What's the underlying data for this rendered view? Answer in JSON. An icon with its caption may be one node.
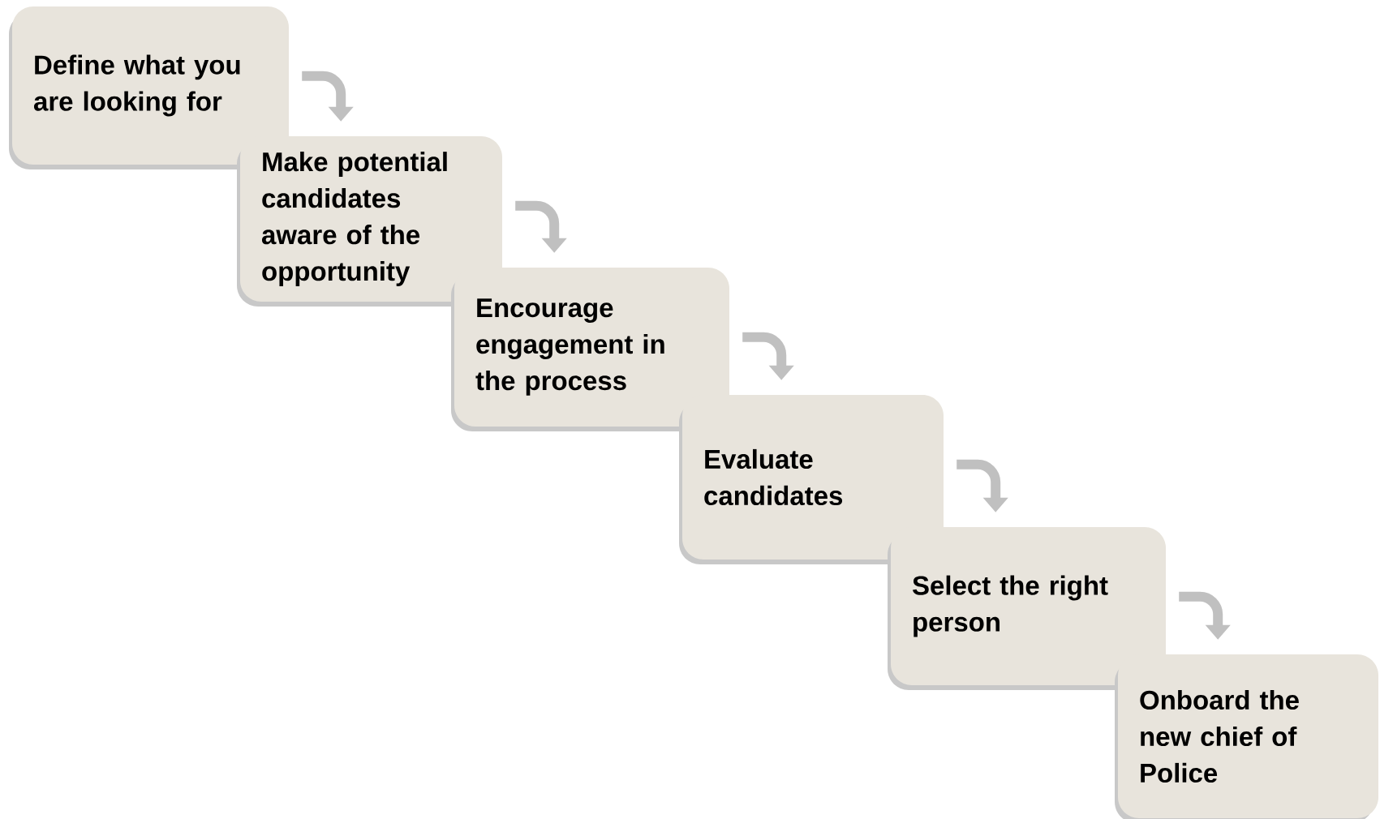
{
  "diagram": {
    "nodes": [
      {
        "text": [
          "Define what you are looking for"
        ]
      },
      {
        "text": [
          "Make potential candidates aware of the opportunity"
        ]
      },
      {
        "text": [
          "Encourage engagement in the process"
        ]
      },
      {
        "text": [
          "Evaluate candidates"
        ]
      },
      {
        "text": [
          "Select the right person"
        ]
      },
      {
        "text": [
          "Onboard the new chief of Police"
        ]
      }
    ],
    "edges": [
      {
        "from": 0,
        "to": 1,
        "arrow": "to"
      },
      {
        "from": 1,
        "to": 2,
        "arrow": "to"
      },
      {
        "from": 2,
        "to": 3,
        "arrow": "to"
      },
      {
        "from": 3,
        "to": 4,
        "arrow": "to"
      },
      {
        "from": 4,
        "to": 5,
        "arrow": "to"
      }
    ]
  }
}
